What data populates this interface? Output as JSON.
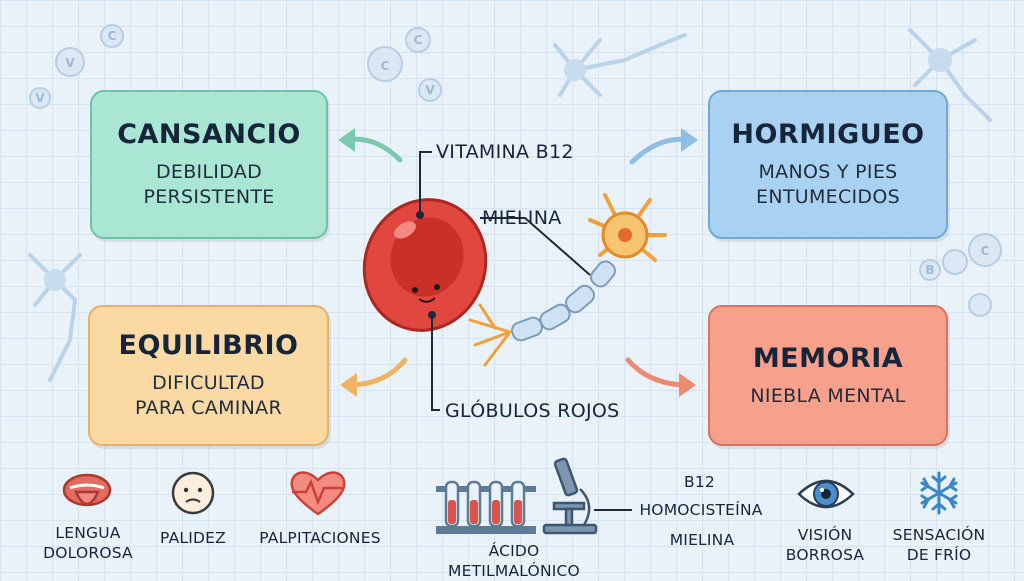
{
  "center": {
    "vitamin": "VITAMINA B12",
    "myelin": "MIELINA",
    "red_cells": "GLÓBULOS ROJOS"
  },
  "cards": {
    "fatigue": {
      "title": "CANSANCIO",
      "subtitle": "DEBILIDAD\nPERSISTENTE",
      "color": "#a9e6d3"
    },
    "tingling": {
      "title": "HORMIGUEO",
      "subtitle": "MANOS Y PIES\nENTUMECIDOS",
      "color": "#a9d2f2"
    },
    "balance": {
      "title": "EQUILIBRIO",
      "subtitle": "DIFICULTAD\nPARA CAMINAR",
      "color": "#fbd9a3"
    },
    "memory": {
      "title": "MEMORIA",
      "subtitle": "NIEBLA MENTAL",
      "color": "#f7a08c"
    }
  },
  "bottom": {
    "tongue": "LENGUA\nDOLOROSA",
    "pallor": "PALIDEZ",
    "palpitations": "PALPITACIONES",
    "acid": "ÁCIDO METILMALÓNICO",
    "lab_b12": "B12",
    "lab_homocysteine": "HOMOCISTEÍNA",
    "lab_myelin": "MIELINA",
    "vision": "VISIÓN\nBORROSA",
    "cold": "SENSACIÓN\nDE FRÍO"
  },
  "icons": [
    "vitamin-c-bubble-icon",
    "vitamin-b-bubble-icon",
    "neuron-icon",
    "red-blood-cell-icon",
    "tongue-icon",
    "pale-face-icon",
    "heart-pulse-icon",
    "test-tubes-icon",
    "microscope-icon",
    "eye-icon",
    "snowflake-icon"
  ]
}
